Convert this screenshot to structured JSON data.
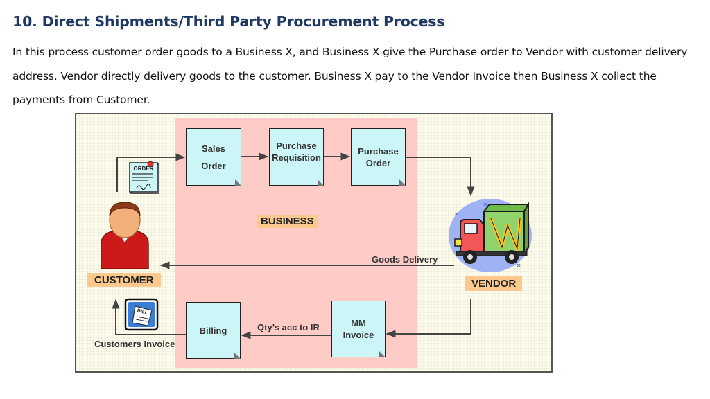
{
  "title": "10. Direct Shipments/Third Party Procurement Process",
  "description": "In this process customer order goods to a Business X, and Business X give the Purchase order to Vendor with customer delivery address. Vendor directly delivery goods to the customer. Business X pay to the Vendor Invoice then Business X collect the payments from Customer.",
  "diagram": {
    "docs": {
      "sales_order": "Sales Order",
      "purchase_requisition": "Purchase Requisition",
      "purchase_order": "Purchase Order",
      "billing": "Billing",
      "mm_invoice": "MM Invoice"
    },
    "labels": {
      "business": "BUSINESS",
      "customer": "CUSTOMER",
      "vendor": "VENDOR"
    },
    "arrow_labels": {
      "goods_delivery": "Goods Delivery",
      "qty_acc_to_ir": "Qty’s acc to IR",
      "customers_invoice": "Customers Invoice"
    },
    "icons": {
      "order_doc": "order-document-icon",
      "order_text": "ORDER",
      "bill_doc": "bill-document-icon",
      "bill_text": "BILL",
      "customer": "customer-person-icon",
      "vendor": "delivery-truck-icon"
    },
    "colors": {
      "title": "#1f3864",
      "business_zone": "#fecbc6",
      "document": "#ccf5f7",
      "label": "#fbc88e"
    }
  }
}
